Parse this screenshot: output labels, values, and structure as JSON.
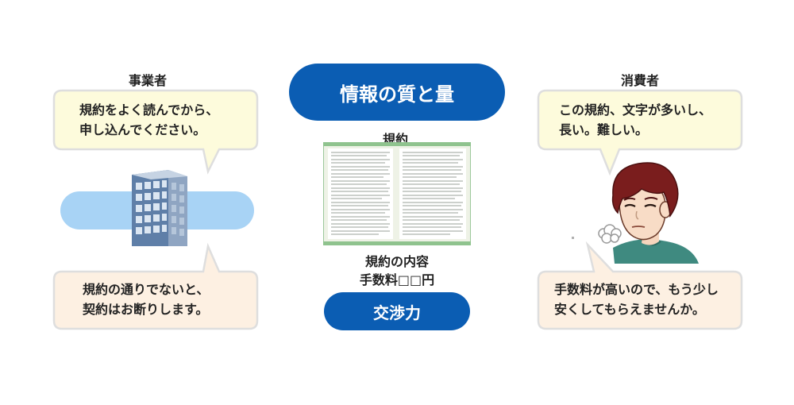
{
  "business": {
    "heading": "事業者",
    "speech_top": "規約をよく読んでから、\n申し込んでください。",
    "speech_bottom": "規約の通りでないと、\n契約はお断りします。"
  },
  "center": {
    "title": "情報の質と量",
    "doc_label": "規約",
    "content_line1": "規約の内容",
    "content_line2": "手数料□□円",
    "negotiation": "交渉力"
  },
  "consumer": {
    "heading": "消費者",
    "speech_top": "この規約、文字が多いし、\n長い。難しい。",
    "speech_bottom": "手数料が高いので、もう少し\n安くしてもらえませんか。"
  },
  "colors": {
    "accent_blue": "#0b5db3",
    "bubble_yellow": "#fdfbdc",
    "bubble_peach": "#fdf0e2",
    "bubble_border": "#dedede",
    "platform_blue": "#a8d3f5"
  }
}
